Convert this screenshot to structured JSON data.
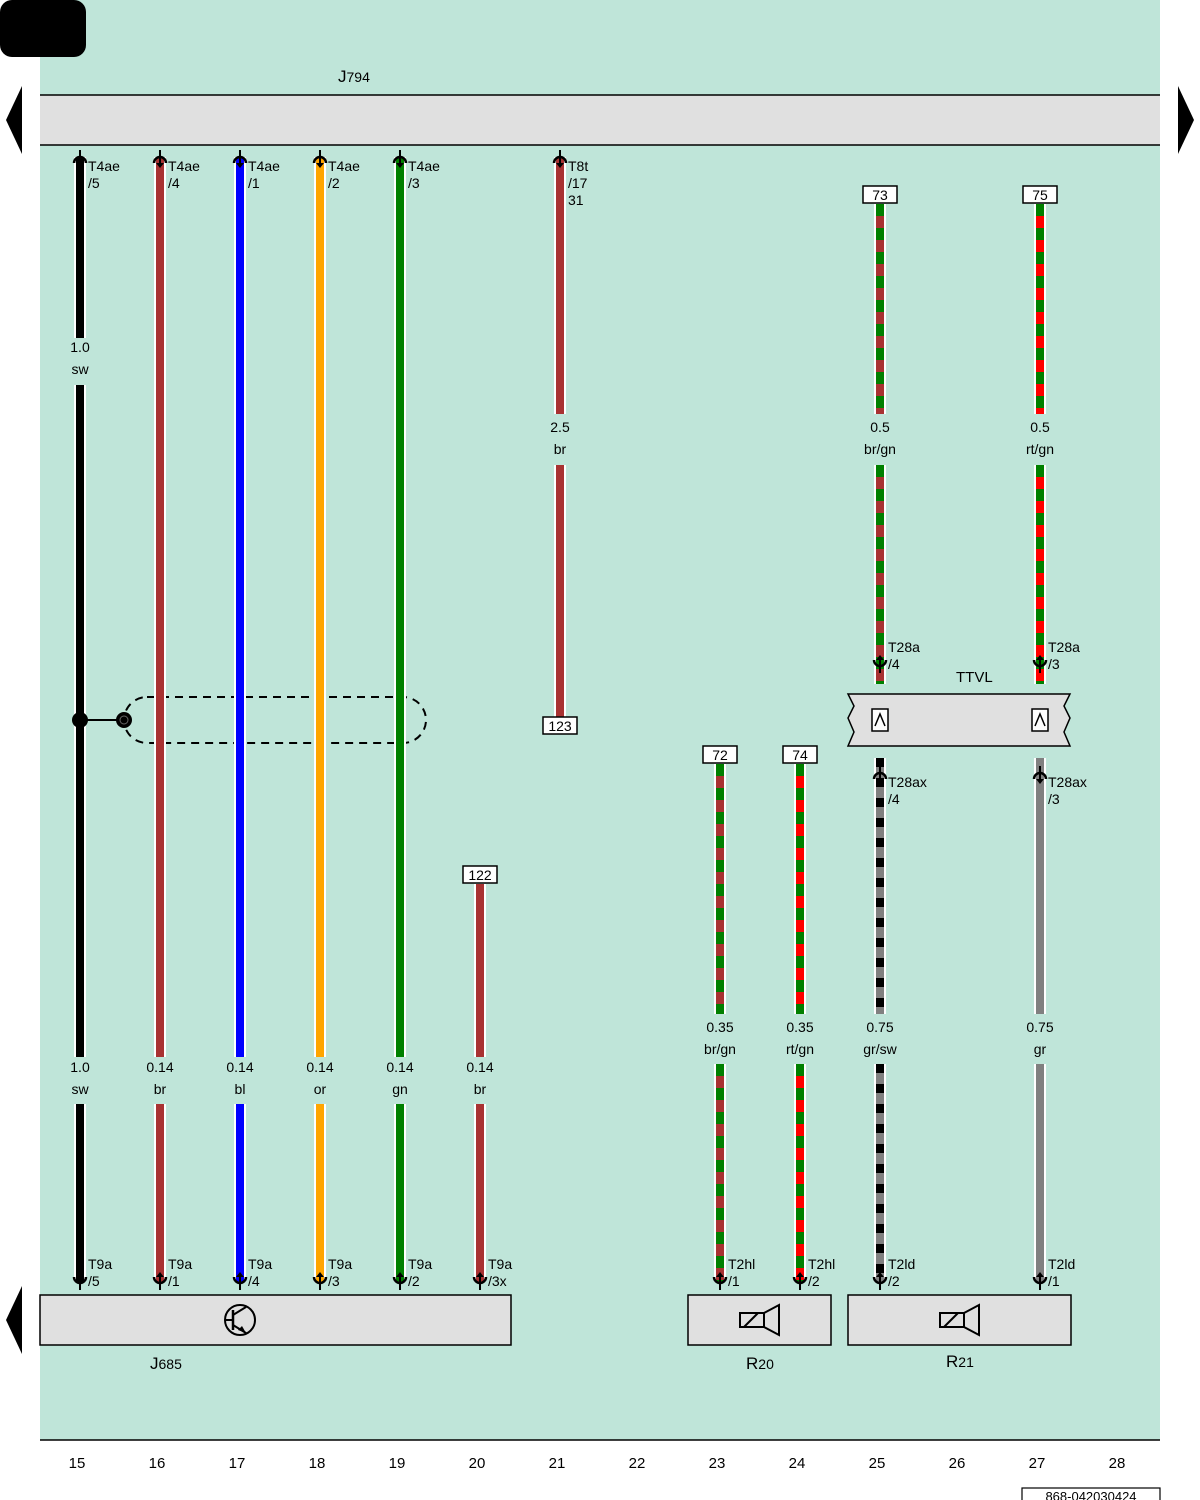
{
  "page_tab": "",
  "components": {
    "top_bus": {
      "main": "J",
      "sub": "794"
    },
    "bottom_left": {
      "main": "J",
      "sub": "685"
    },
    "speaker_r20": {
      "main": "R",
      "sub": "20"
    },
    "speaker_r21": {
      "main": "R",
      "sub": "21"
    },
    "connector_block": "TTVL"
  },
  "grid_numbers": [
    "15",
    "16",
    "17",
    "18",
    "19",
    "20",
    "21",
    "22",
    "23",
    "24",
    "25",
    "26",
    "27",
    "28"
  ],
  "doc_number": "868-042030424",
  "colors": {
    "background": "#bfe5d9",
    "sw": "#000000",
    "br": "#a83232",
    "bl": "#0000ff",
    "or": "#ffa500",
    "gn": "#008000",
    "rt": "#ff0000",
    "gr": "#808080",
    "component_fill": "#e0e0e0"
  },
  "wires": [
    {
      "col": "15",
      "colors": [
        "sw"
      ],
      "top": {
        "pin": [
          "T4ae",
          "/5"
        ]
      },
      "bottom": {
        "pin": [
          "T9a",
          "/5"
        ]
      },
      "labels": [
        {
          "size": "1.0",
          "color": "sw"
        },
        {
          "size": "1.0",
          "color": "sw"
        }
      ]
    },
    {
      "col": "16",
      "colors": [
        "br"
      ],
      "top": {
        "pin": [
          "T4ae",
          "/4"
        ]
      },
      "bottom": {
        "pin": [
          "T9a",
          "/1"
        ]
      },
      "labels": [
        {
          "size": "0.14",
          "color": "br"
        }
      ]
    },
    {
      "col": "17",
      "colors": [
        "bl"
      ],
      "top": {
        "pin": [
          "T4ae",
          "/1"
        ]
      },
      "bottom": {
        "pin": [
          "T9a",
          "/4"
        ]
      },
      "labels": [
        {
          "size": "0.14",
          "color": "bl"
        }
      ]
    },
    {
      "col": "18",
      "colors": [
        "or"
      ],
      "top": {
        "pin": [
          "T4ae",
          "/2"
        ]
      },
      "bottom": {
        "pin": [
          "T9a",
          "/3"
        ]
      },
      "labels": [
        {
          "size": "0.14",
          "color": "or"
        }
      ]
    },
    {
      "col": "19",
      "colors": [
        "gn"
      ],
      "top": {
        "pin": [
          "T4ae",
          "/3"
        ]
      },
      "bottom": {
        "pin": [
          "T9a",
          "/2"
        ]
      },
      "labels": [
        {
          "size": "0.14",
          "color": "gn"
        }
      ]
    },
    {
      "col": "20",
      "colors": [
        "br"
      ],
      "top": {
        "ref": "122"
      },
      "bottom": {
        "pin": [
          "T9a",
          "/3x"
        ]
      },
      "labels": [
        {
          "size": "0.14",
          "color": "br"
        }
      ]
    },
    {
      "col": "21",
      "colors": [
        "br"
      ],
      "top": {
        "pin": [
          "T8t",
          "/17",
          "31"
        ]
      },
      "bottom": {
        "ref": "123"
      },
      "labels": [
        {
          "size": "2.5",
          "color": "br"
        }
      ]
    },
    {
      "col": "23",
      "colors": [
        "br",
        "gn"
      ],
      "top": {
        "ref": "72"
      },
      "bottom": {
        "pin": [
          "T2hl",
          "/1"
        ]
      },
      "labels": [
        {
          "size": "0.35",
          "color": "br/gn"
        }
      ]
    },
    {
      "col": "24",
      "colors": [
        "rt",
        "gn"
      ],
      "top": {
        "ref": "74"
      },
      "bottom": {
        "pin": [
          "T2hl",
          "/2"
        ]
      },
      "labels": [
        {
          "size": "0.35",
          "color": "rt/gn"
        }
      ]
    },
    {
      "col": "25a",
      "colors": [
        "br",
        "gn"
      ],
      "top": {
        "ref": "73"
      },
      "bottom": {
        "pin": [
          "T28a",
          "/4"
        ]
      },
      "labels": [
        {
          "size": "0.5",
          "color": "br/gn"
        }
      ]
    },
    {
      "col": "25b",
      "colors": [
        "gr",
        "sw"
      ],
      "top": {
        "pin": [
          "T28ax",
          "/4"
        ]
      },
      "bottom": {
        "pin": [
          "T2ld",
          "/2"
        ]
      },
      "labels": [
        {
          "size": "0.75",
          "color": "gr/sw"
        }
      ]
    },
    {
      "col": "27a",
      "colors": [
        "rt",
        "gn"
      ],
      "top": {
        "ref": "75"
      },
      "bottom": {
        "pin": [
          "T28a",
          "/3"
        ]
      },
      "labels": [
        {
          "size": "0.5",
          "color": "rt/gn"
        }
      ]
    },
    {
      "col": "27b",
      "colors": [
        "gr"
      ],
      "top": {
        "pin": [
          "T28ax",
          "/3"
        ]
      },
      "bottom": {
        "pin": [
          "T2ld",
          "/1"
        ]
      },
      "labels": [
        {
          "size": "0.75",
          "color": "gr"
        }
      ]
    }
  ]
}
